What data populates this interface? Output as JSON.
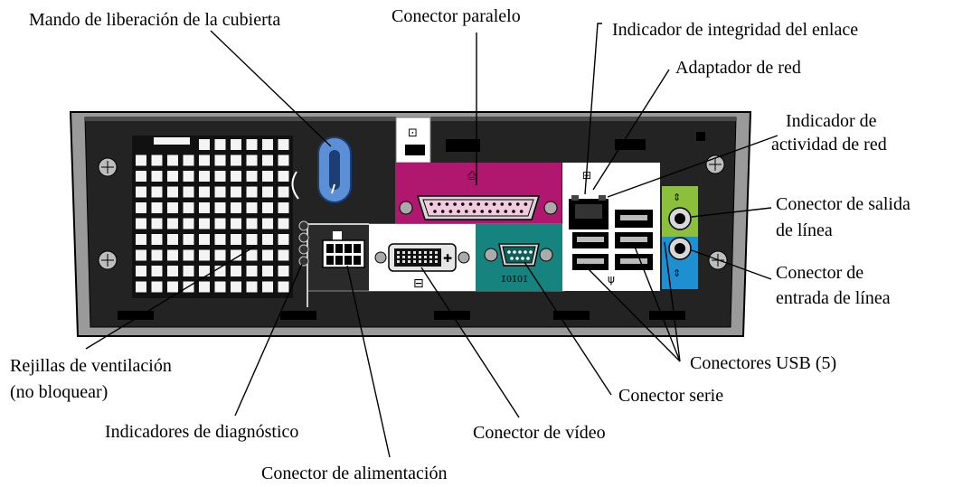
{
  "labels": {
    "cover_release": "Mando de liberación de la cubierta",
    "parallel": "Conector paralelo",
    "link_integrity": "Indicador de integridad del enlace",
    "network_adapter": "Adaptador de red",
    "network_activity_1": "Indicador de",
    "network_activity_2": "actividad de red",
    "line_out_1": "Conector de salida",
    "line_out_2": "de línea",
    "line_in_1": "Conector de",
    "line_in_2": "entrada de línea",
    "vents_1": "Rejillas de ventilación",
    "vents_2": "(no bloquear)",
    "usb": "Conectores USB (5)",
    "serial": "Conector serie",
    "diagnostic": "Indicadores de diagnóstico",
    "video": "Conector de vídeo",
    "power": "Conector de alimentación"
  },
  "colors": {
    "chassis": "#222222",
    "parallel_panel": "#b0176e",
    "serial_panel": "#16837f",
    "line_out": "#8bbf3c",
    "line_in": "#1e8fd0",
    "release_knob": "#5b8fd6"
  }
}
